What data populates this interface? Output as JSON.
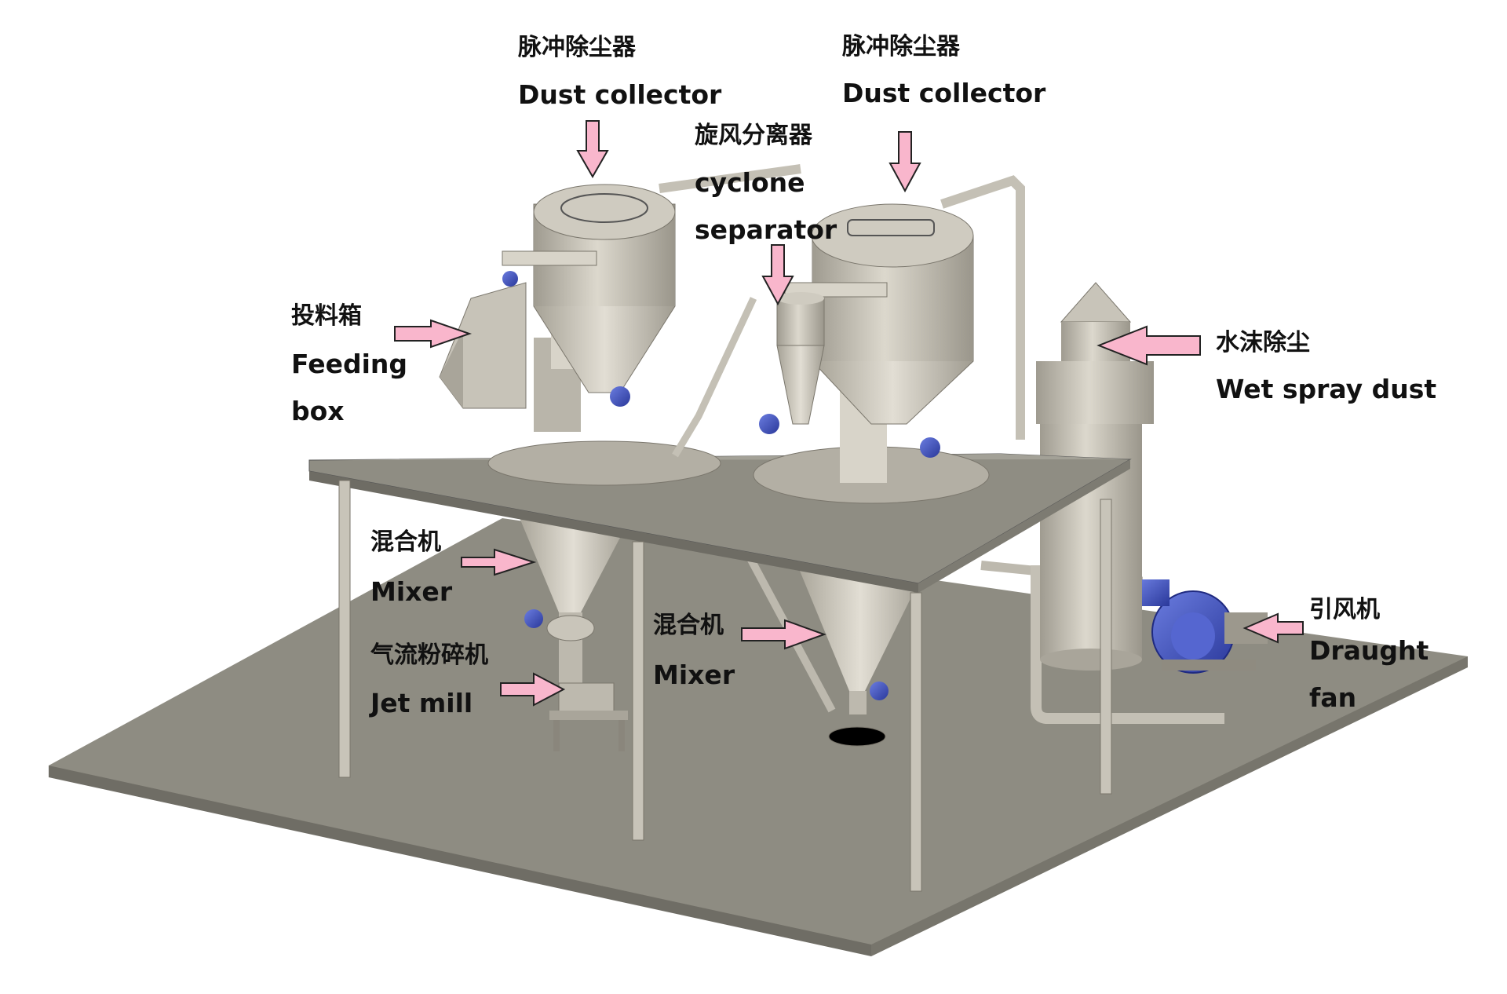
{
  "labels": {
    "dust_collector_left": {
      "cn": "脉冲除尘器",
      "en": "Dust collector"
    },
    "dust_collector_right": {
      "cn": "脉冲除尘器",
      "en": "Dust collector"
    },
    "cyclone_separator": {
      "cn": "旋风分离器",
      "en1": "cyclone",
      "en2": "separator"
    },
    "feeding_box": {
      "cn": "投料箱",
      "en1": "Feeding",
      "en2": "box"
    },
    "wet_spray_dust": {
      "cn": "水沫除尘",
      "en": "Wet spray dust"
    },
    "mixer_left": {
      "cn": "混合机",
      "en": "Mixer"
    },
    "mixer_right": {
      "cn": "混合机",
      "en": "Mixer"
    },
    "jet_mill": {
      "cn": "气流粉碎机",
      "en": "Jet mill"
    },
    "draught_fan": {
      "cn": "引风机",
      "en1": "Draught",
      "en2": "fan"
    }
  },
  "colors": {
    "arrow_fill": "#f9b6cc",
    "arrow_stroke": "#222222",
    "platform": "#8f8d83",
    "steel": "#c2beb3",
    "fan_blue": "#3a4ec0"
  }
}
